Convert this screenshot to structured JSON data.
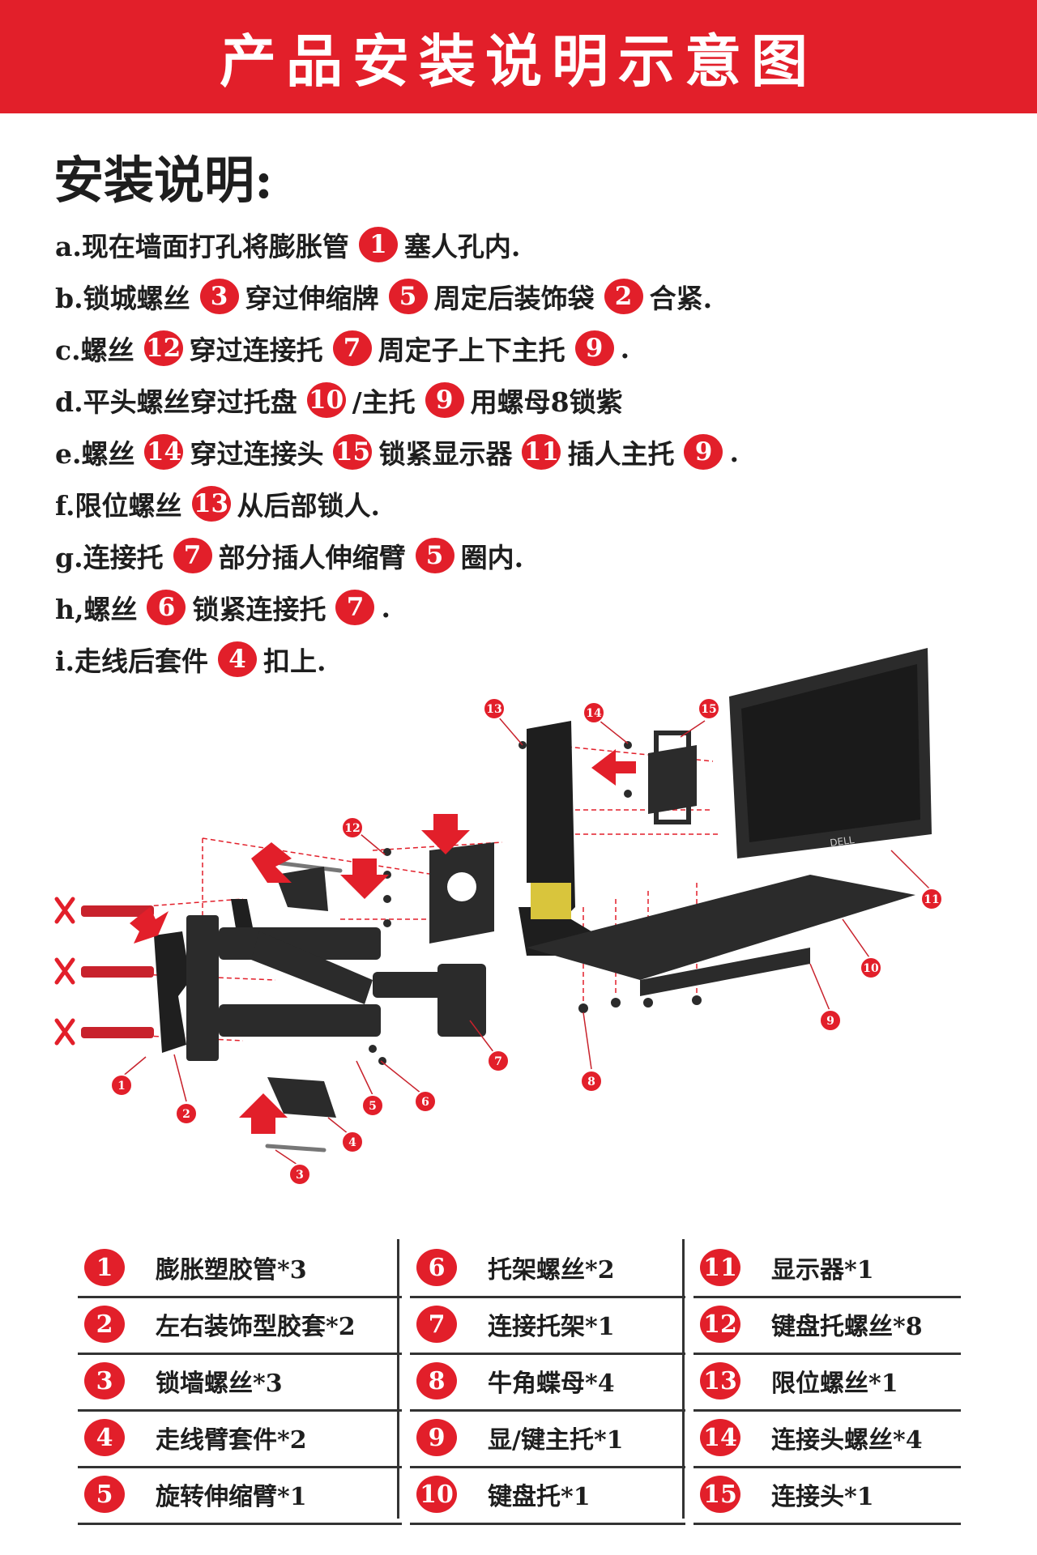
{
  "title": "产品安装说明示意图",
  "heading": "安装说明:",
  "steps": [
    {
      "parts": [
        {
          "t": "a.现在墙面打孔将膨胀管"
        },
        {
          "n": "1"
        },
        {
          "t": "塞人孔内."
        }
      ]
    },
    {
      "parts": [
        {
          "t": "b.锁城螺丝"
        },
        {
          "n": "3"
        },
        {
          "t": "穿过伸缩牌"
        },
        {
          "n": "5"
        },
        {
          "t": "周定后装饰袋"
        },
        {
          "n": "2"
        },
        {
          "t": "合紧."
        }
      ]
    },
    {
      "parts": [
        {
          "t": "c.螺丝"
        },
        {
          "n": "12"
        },
        {
          "t": "穿过连接托"
        },
        {
          "n": "7"
        },
        {
          "t": "周定子上下主托"
        },
        {
          "n": "9"
        },
        {
          "t": "."
        }
      ]
    },
    {
      "parts": [
        {
          "t": "d.平头螺丝穿过托盘"
        },
        {
          "n": "10"
        },
        {
          "t": "/主托"
        },
        {
          "n": "9"
        },
        {
          "t": "用螺母8锁紫"
        }
      ]
    },
    {
      "parts": [
        {
          "t": "e.螺丝"
        },
        {
          "n": "14"
        },
        {
          "t": "穿过连接头"
        },
        {
          "n": "15"
        },
        {
          "t": "锁紧显示器"
        },
        {
          "n": "11"
        },
        {
          "t": "插人主托"
        },
        {
          "n": "9"
        },
        {
          "t": "."
        }
      ]
    },
    {
      "parts": [
        {
          "t": "f.限位螺丝"
        },
        {
          "n": "13"
        },
        {
          "t": "从后部锁人."
        }
      ]
    },
    {
      "parts": [
        {
          "t": "g.连接托"
        },
        {
          "n": "7"
        },
        {
          "t": "部分插人伸缩臂"
        },
        {
          "n": "5"
        },
        {
          "t": "圈内."
        }
      ]
    },
    {
      "parts": [
        {
          "t": "h,螺丝"
        },
        {
          "n": "6"
        },
        {
          "t": "锁紧连接托"
        },
        {
          "n": "7"
        },
        {
          "t": "."
        }
      ]
    },
    {
      "parts": [
        {
          "t": "i.走线后套件"
        },
        {
          "n": "4"
        },
        {
          "t": "扣上."
        }
      ]
    }
  ],
  "diagram": {
    "brand": "DELL",
    "callouts": [
      "1",
      "2",
      "3",
      "4",
      "5",
      "6",
      "7",
      "8",
      "9",
      "10",
      "11",
      "12",
      "13",
      "14",
      "15"
    ]
  },
  "parts_list": [
    {
      "num": "1",
      "name": "膨胀塑胶管*3"
    },
    {
      "num": "2",
      "name": "左右装饰型胶套*2"
    },
    {
      "num": "3",
      "name": "锁墙螺丝*3"
    },
    {
      "num": "4",
      "name": "走线臂套件*2"
    },
    {
      "num": "5",
      "name": "旋转伸缩臂*1"
    },
    {
      "num": "6",
      "name": "托架螺丝*2"
    },
    {
      "num": "7",
      "name": "连接托架*1"
    },
    {
      "num": "8",
      "name": "牛角蝶母*4"
    },
    {
      "num": "9",
      "name": "显/键主托*1"
    },
    {
      "num": "10",
      "name": "键盘托*1"
    },
    {
      "num": "11",
      "name": "显示器*1"
    },
    {
      "num": "12",
      "name": "键盘托螺丝*8"
    },
    {
      "num": "13",
      "name": "限位螺丝*1"
    },
    {
      "num": "14",
      "name": "连接头螺丝*4"
    },
    {
      "num": "15",
      "name": "连接头*1"
    }
  ],
  "colors": {
    "accent": "#e21f2a",
    "text": "#1e1e1e",
    "part": "#2b2b2b"
  }
}
